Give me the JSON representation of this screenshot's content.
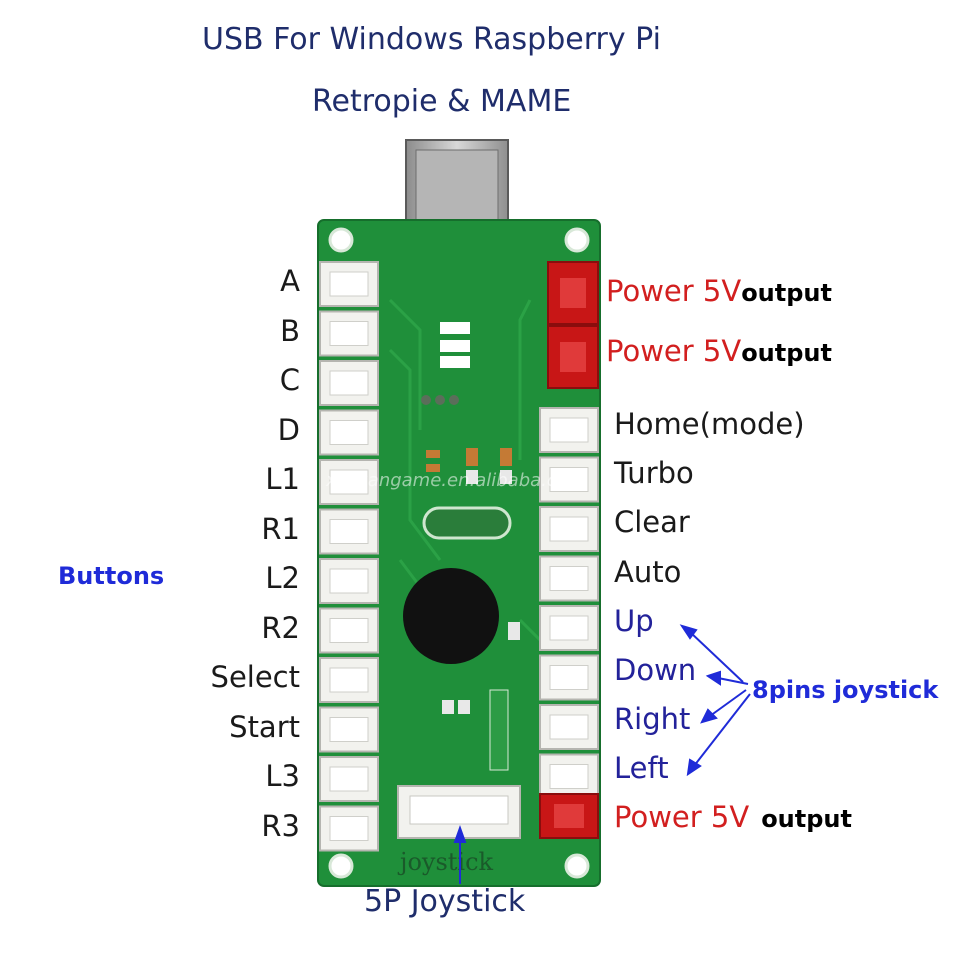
{
  "title": {
    "line1": "USB For Windows Raspberry Pi",
    "line2": "Retropie & MAME"
  },
  "left_buttons": [
    "A",
    "B",
    "C",
    "D",
    "L1",
    "R1",
    "L2",
    "R2",
    "Select",
    "Start",
    "L3",
    "R3"
  ],
  "right_functions": [
    "Home(mode)",
    "Turbo",
    "Clear",
    "Auto"
  ],
  "joystick_dirs": [
    "Up",
    "Down",
    "Right",
    "Left"
  ],
  "power_labels": [
    {
      "red": "Power 5V",
      "black": "output"
    },
    {
      "red": "Power 5V",
      "black": "output"
    },
    {
      "red": "Power 5V",
      "black": "output"
    }
  ],
  "side_label_buttons": "Buttons",
  "label_8pin": "8pins joystick",
  "label_5p": "5P Joystick",
  "board_silkscreen": "joystick",
  "watermark": "xinwangame.en.alibaba.com",
  "colors": {
    "pcb": "#1f8f3a",
    "title": "#1f2d6b",
    "red": "#d21f1f",
    "blue_arrow": "#1f2bd8",
    "connector": "#f2f2ee",
    "power_connector": "#c81616"
  }
}
